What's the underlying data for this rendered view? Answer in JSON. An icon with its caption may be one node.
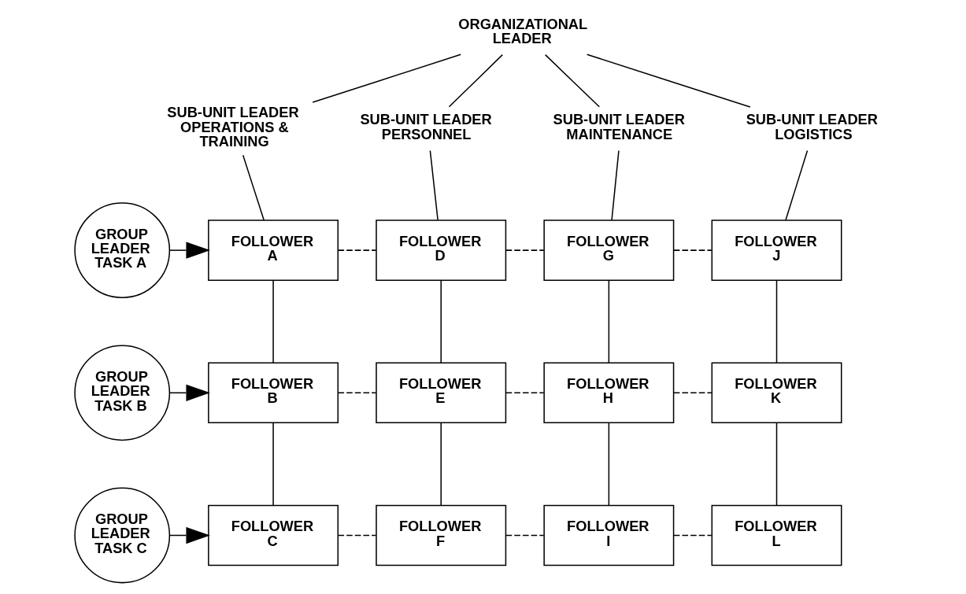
{
  "diagram": {
    "nodes": [
      {
        "text": [
          "ORGANIZATIONAL LEADER"
        ]
      },
      {
        "text": [
          "SUB-UNIT LEADER OPERATIONS & TRAINING"
        ]
      },
      {
        "text": [
          "SUB-UNIT LEADER PERSONNEL"
        ]
      },
      {
        "text": [
          "SUB-UNIT LEADER MAINTENANCE"
        ]
      },
      {
        "text": [
          "SUB-UNIT LEADER LOGISTICS"
        ]
      },
      {
        "text": [
          "GROUP LEADER TASK A"
        ]
      },
      {
        "text": [
          "FOLLOWER A"
        ]
      },
      {
        "text": [
          "FOLLOWER D"
        ]
      },
      {
        "text": [
          "FOLLOWER G"
        ]
      },
      {
        "text": [
          "FOLLOWER J"
        ]
      },
      {
        "text": [
          "GROUP LEADER TASK B"
        ]
      },
      {
        "text": [
          "FOLLOWER B"
        ]
      },
      {
        "text": [
          "FOLLOWER E"
        ]
      },
      {
        "text": [
          "FOLLOWER H"
        ]
      },
      {
        "text": [
          "FOLLOWER K"
        ]
      },
      {
        "text": [
          "GROUP LEADER TASK C"
        ]
      },
      {
        "text": [
          "FOLLOWER C"
        ]
      },
      {
        "text": [
          "FOLLOWER F"
        ]
      },
      {
        "text": [
          "FOLLOWER I"
        ]
      },
      {
        "text": [
          "FOLLOWER L"
        ]
      }
    ],
    "edges": [
      {
        "from": 0,
        "to": 1,
        "arrow": "none"
      },
      {
        "from": 0,
        "to": 2,
        "arrow": "none"
      },
      {
        "from": 0,
        "to": 3,
        "arrow": "none"
      },
      {
        "from": 0,
        "to": 4,
        "arrow": "none"
      },
      {
        "from": 1,
        "to": 6,
        "arrow": "none"
      },
      {
        "from": 2,
        "to": 7,
        "arrow": "none"
      },
      {
        "from": 3,
        "to": 8,
        "arrow": "none"
      },
      {
        "from": 4,
        "to": 9,
        "arrow": "none"
      },
      {
        "from": 5,
        "to": 6,
        "arrow": "to"
      },
      {
        "from": 6,
        "to": 7,
        "arrow": "none",
        "style": "dashed"
      },
      {
        "from": 7,
        "to": 8,
        "arrow": "none",
        "style": "dashed"
      },
      {
        "from": 8,
        "to": 9,
        "arrow": "none",
        "style": "dashed"
      },
      {
        "from": 6,
        "to": 11,
        "arrow": "none"
      },
      {
        "from": 7,
        "to": 12,
        "arrow": "none"
      },
      {
        "from": 8,
        "to": 13,
        "arrow": "none"
      },
      {
        "from": 9,
        "to": 14,
        "arrow": "none"
      },
      {
        "from": 10,
        "to": 11,
        "arrow": "to"
      },
      {
        "from": 11,
        "to": 12,
        "arrow": "none",
        "style": "dashed"
      },
      {
        "from": 12,
        "to": 13,
        "arrow": "none",
        "style": "dashed"
      },
      {
        "from": 13,
        "to": 14,
        "arrow": "none",
        "style": "dashed"
      },
      {
        "from": 11,
        "to": 16,
        "arrow": "none"
      },
      {
        "from": 12,
        "to": 17,
        "arrow": "none"
      },
      {
        "from": 13,
        "to": 18,
        "arrow": "none"
      },
      {
        "from": 14,
        "to": 19,
        "arrow": "none"
      },
      {
        "from": 15,
        "to": 16,
        "arrow": "to"
      },
      {
        "from": 16,
        "to": 17,
        "arrow": "none",
        "style": "dashed"
      },
      {
        "from": 17,
        "to": 18,
        "arrow": "none",
        "style": "dashed"
      },
      {
        "from": 18,
        "to": 19,
        "arrow": "none",
        "style": "dashed"
      }
    ]
  }
}
